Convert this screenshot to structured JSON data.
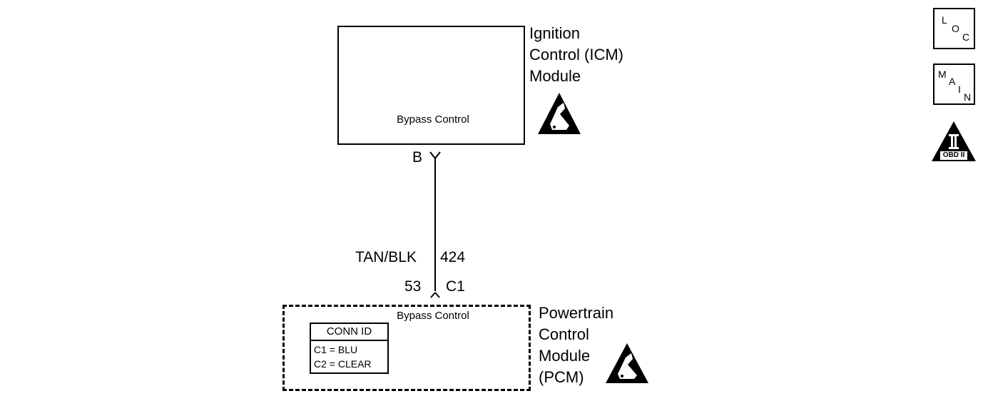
{
  "icm": {
    "name_lines": [
      "Ignition",
      "Control (ICM)",
      "Module"
    ],
    "pin_label": "Bypass Control",
    "terminal": "B"
  },
  "wire": {
    "color": "TAN/BLK",
    "circuit": "424",
    "pin": "53",
    "connector": "C1"
  },
  "pcm": {
    "name_lines": [
      "Powertrain",
      "Control",
      "Module",
      "(PCM)"
    ],
    "pin_label": "Bypass Control",
    "conn_id": {
      "title": "CONN ID",
      "rows": [
        "C1 = BLU",
        "C2 = CLEAR"
      ]
    }
  },
  "nav": {
    "loc": {
      "l1": "L",
      "l2": "O",
      "l3": "C"
    },
    "main": {
      "l1": "M",
      "l2": "A",
      "l3": "I",
      "l4": "N"
    },
    "obd": {
      "numeral": "II",
      "label": "OBD II"
    }
  },
  "icons": {
    "esd": "esd-sensitive-icon"
  }
}
